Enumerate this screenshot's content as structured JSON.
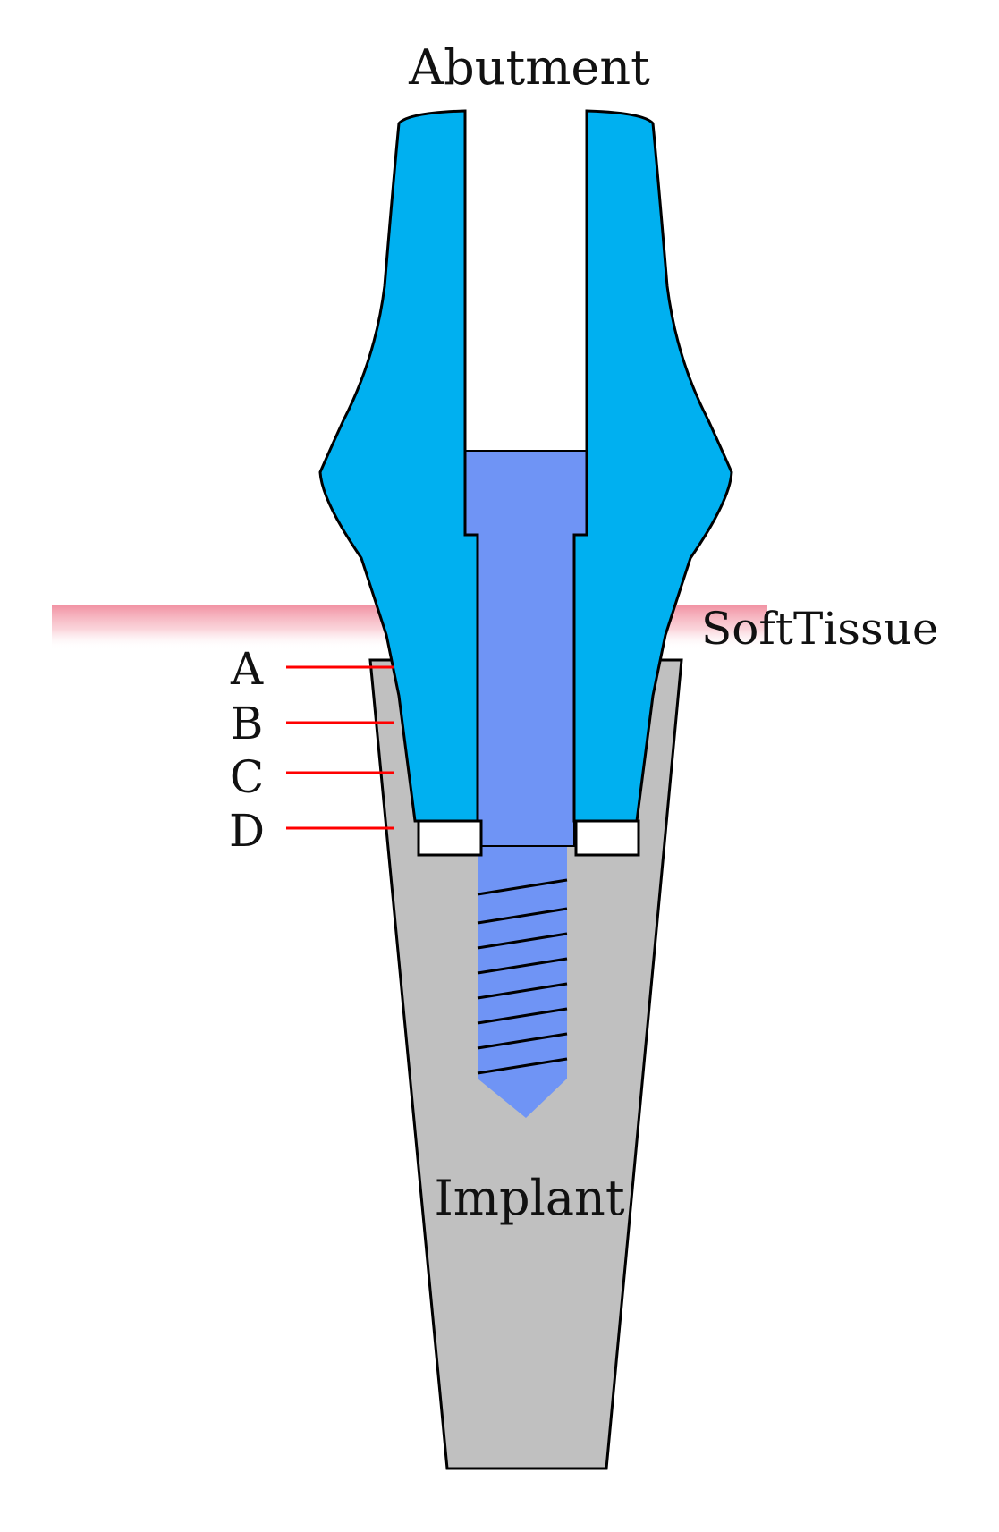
{
  "labels": {
    "abutment": "Abutment",
    "soft_tissue": "SoftTissue",
    "implant": "Implant"
  },
  "markers": [
    "A",
    "B",
    "C",
    "D"
  ],
  "colors": {
    "abutment": "#00b0f0",
    "screw": "#6f94f5",
    "implant": "#c0c0c0",
    "soft_tissue": "#f08a9c",
    "marker_line": "#ff0000",
    "outline": "#000000"
  }
}
